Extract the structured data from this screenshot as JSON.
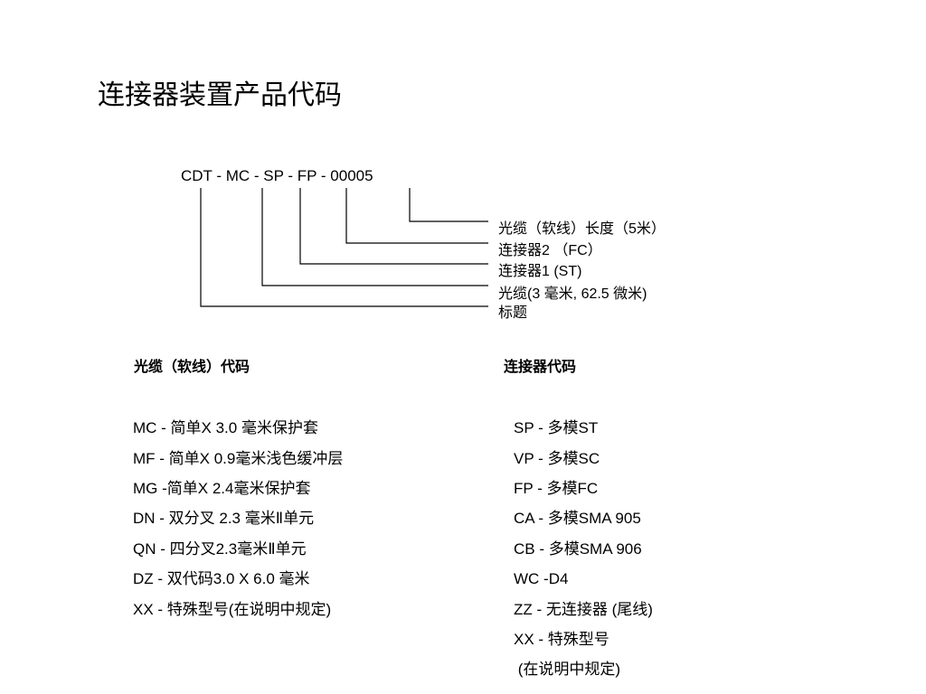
{
  "title": "连接器装置产品代码",
  "product_code": "CDT - MC - SP - FP - 00005",
  "legend": [
    "光缆（软线）长度（5米）",
    "连接器2 （FC）",
    "连接器1 (ST)",
    "光缆(3 毫米, 62.5 微米)",
    "标题"
  ],
  "cable_section": {
    "heading": "光缆（软线）代码",
    "items": [
      "MC - 简单X 3.0 毫米保护套",
      "MF - 简单X 0.9毫米浅色缓冲层",
      "MG -简单X 2.4毫米保护套",
      "DN -  双分叉 2.3 毫米Ⅱ单元",
      "QN - 四分叉2.3毫米Ⅱ单元",
      "DZ  - 双代码3.0 X 6.0 毫米",
      "XX  - 特殊型号(在说明中规定)"
    ]
  },
  "connector_section": {
    "heading": "连接器代码",
    "items": [
      "SP - 多模ST",
      "VP - 多模SC",
      "FP - 多模FC",
      "CA - 多模SMA 905",
      "CB - 多模SMA 906",
      "WC -D4",
      "ZZ  - 无连接器 (尾线)",
      "XX -  特殊型号",
      " (在说明中规定)"
    ]
  }
}
